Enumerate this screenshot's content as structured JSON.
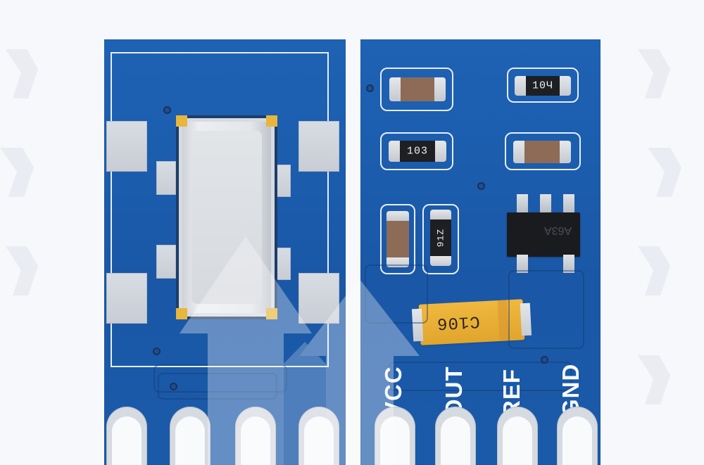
{
  "image": {
    "board_left": {},
    "board_right": {
      "resistor_labels": [
        "103",
        "10Ч",
        "91Z"
      ],
      "ic_label": "A63A",
      "capacitor_label": "C106",
      "pin_labels": [
        "VCC",
        "OUT",
        "REF",
        "GND"
      ]
    }
  },
  "colors": {
    "pcb": "#1d5fb0",
    "silkscreen": "#e6edf7",
    "pad": "#d6dae1",
    "ic": "#1a1b1f",
    "tantalum": "#e8ab34"
  },
  "icons": {
    "watermark_glyph": "decorative-watermark-icon"
  }
}
